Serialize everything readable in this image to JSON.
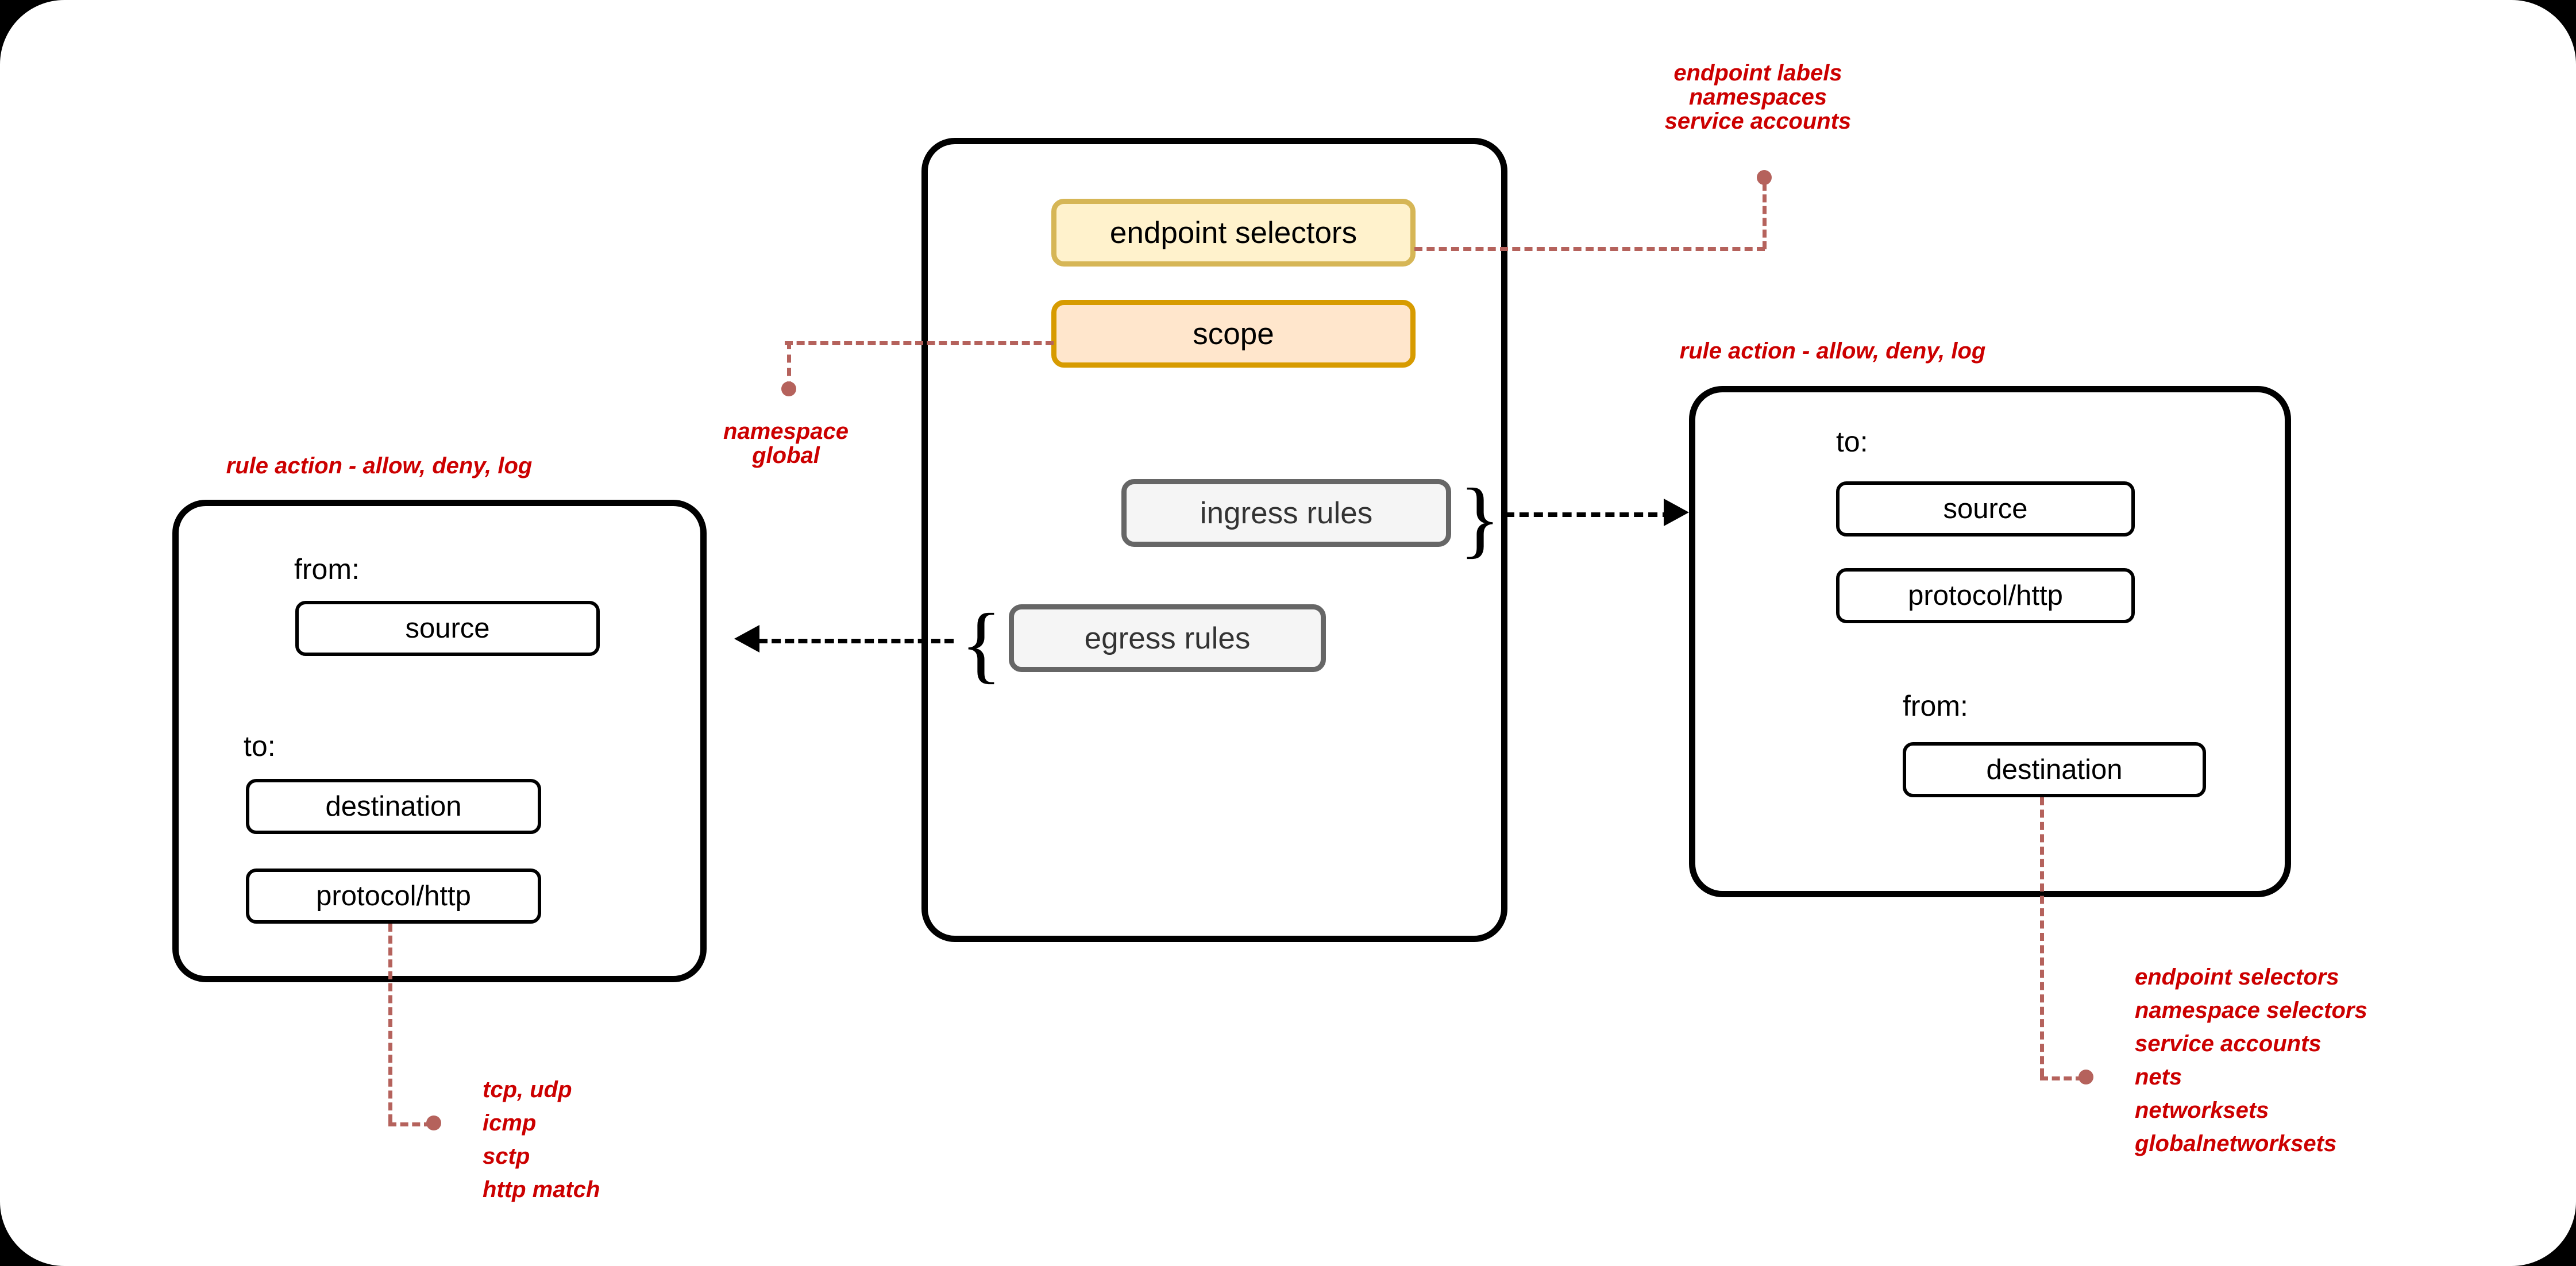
{
  "diagram": {
    "center_panel": {
      "endpoint_selectors": "endpoint selectors",
      "scope": "scope",
      "ingress_rules": "ingress rules",
      "egress_rules": "egress rules",
      "ingress_brace": "}",
      "egress_brace": "{"
    },
    "left_panel": {
      "title": "rule action - allow, deny, log",
      "from_label": "from:",
      "source": "source",
      "to_label": "to:",
      "destination": "destination",
      "protocol": "protocol/http"
    },
    "right_panel": {
      "title": "rule action - allow, deny, log",
      "to_label": "to:",
      "source": "source",
      "protocol": "protocol/http",
      "from_label": "from:",
      "destination": "destination"
    },
    "annotations": {
      "endpoint_selectors_note": [
        "endpoint labels",
        "namespaces",
        "service accounts"
      ],
      "scope_note": [
        "namespace",
        "global"
      ],
      "protocol_note": [
        "tcp, udp",
        "icmp",
        "sctp",
        "http match"
      ],
      "destination_note": [
        "endpoint selectors",
        "namespace selectors",
        "service accounts",
        "nets",
        "networksets",
        "globalnetworksets"
      ]
    },
    "colors": {
      "annotation_red": "#cc0000",
      "connector_red": "#b5625c",
      "endpoint_fill": "#fff2cc",
      "endpoint_border": "#d6b656",
      "scope_fill": "#ffe6cc",
      "scope_border": "#d79b00",
      "rules_fill": "#f5f5f5",
      "rules_border": "#666666",
      "outline": "#000000"
    }
  }
}
